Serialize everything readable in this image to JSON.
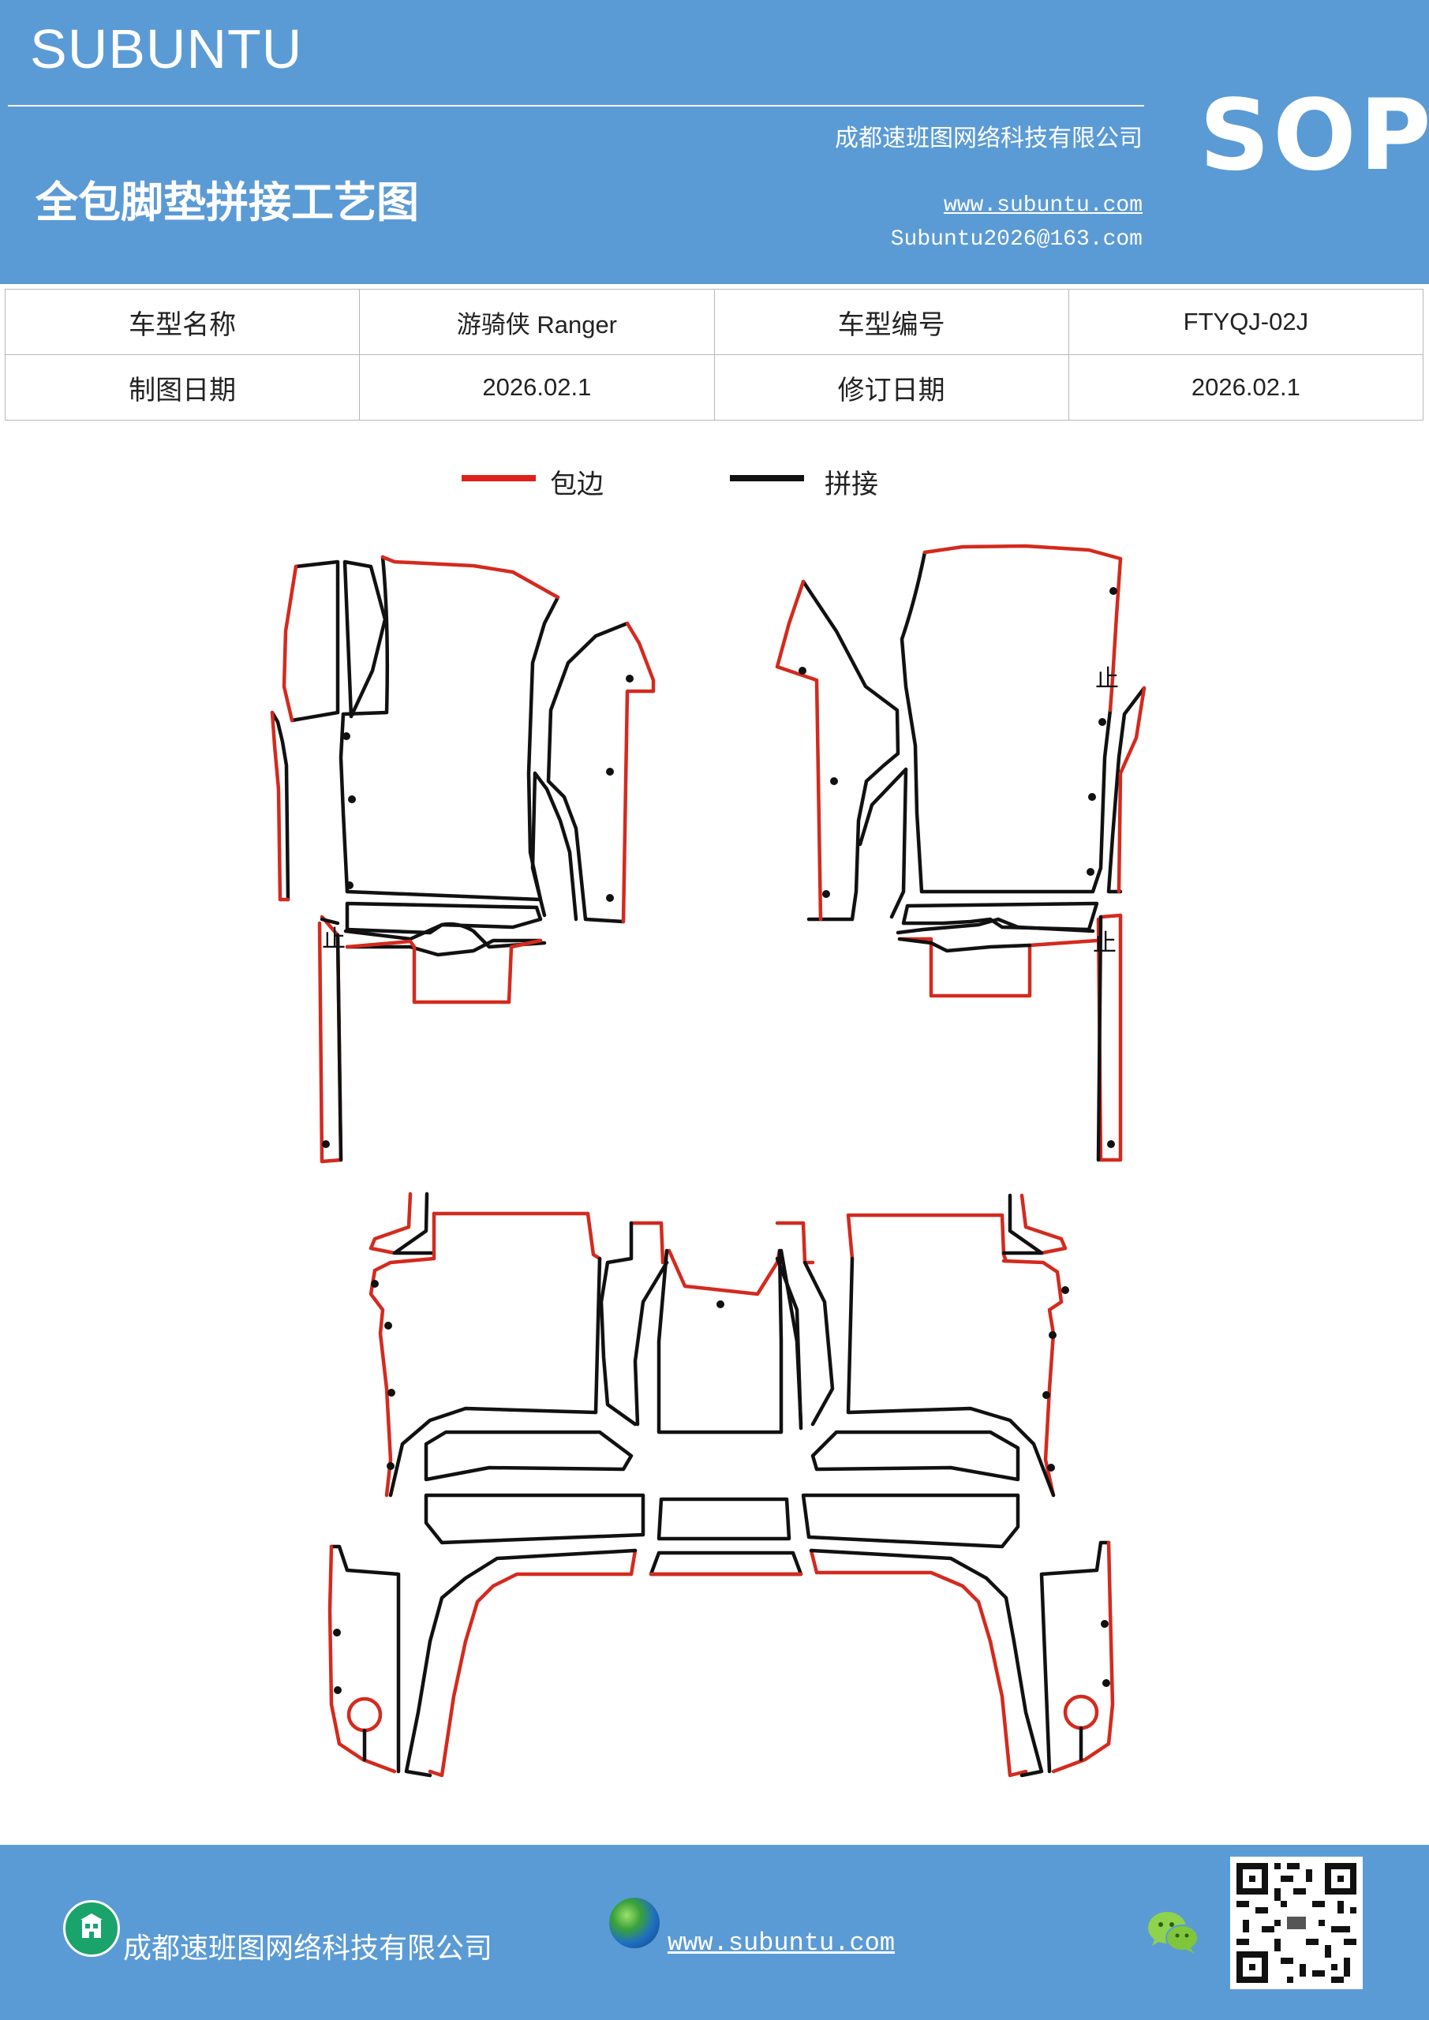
{
  "header": {
    "brand": "SUBUNTU",
    "company": "成都速班图网络科技有限公司",
    "title": "全包脚垫拼接工艺图",
    "website": "www.subuntu.com",
    "email": "Subuntu2026@163.com",
    "badge": "SOP"
  },
  "info_table": {
    "rows": [
      [
        "车型名称",
        "游骑侠 Ranger",
        "车型编号",
        "FTYQJ-02J"
      ],
      [
        "制图日期",
        "2026.02.1",
        "修订日期",
        "2026.02.1"
      ]
    ]
  },
  "legend": {
    "edge_label": "包边",
    "edge_color": "#e0201c",
    "join_label": "拼接",
    "join_color": "#111111"
  },
  "drawing": {
    "marker_text": "止",
    "edge_color": "#d42a1e",
    "join_color": "#111111"
  },
  "footer": {
    "company": "成都速班图网络科技有限公司",
    "website": "www.subuntu.com",
    "icons": [
      "building-icon",
      "globe-icon",
      "wechat-icon",
      "qr-code"
    ]
  }
}
